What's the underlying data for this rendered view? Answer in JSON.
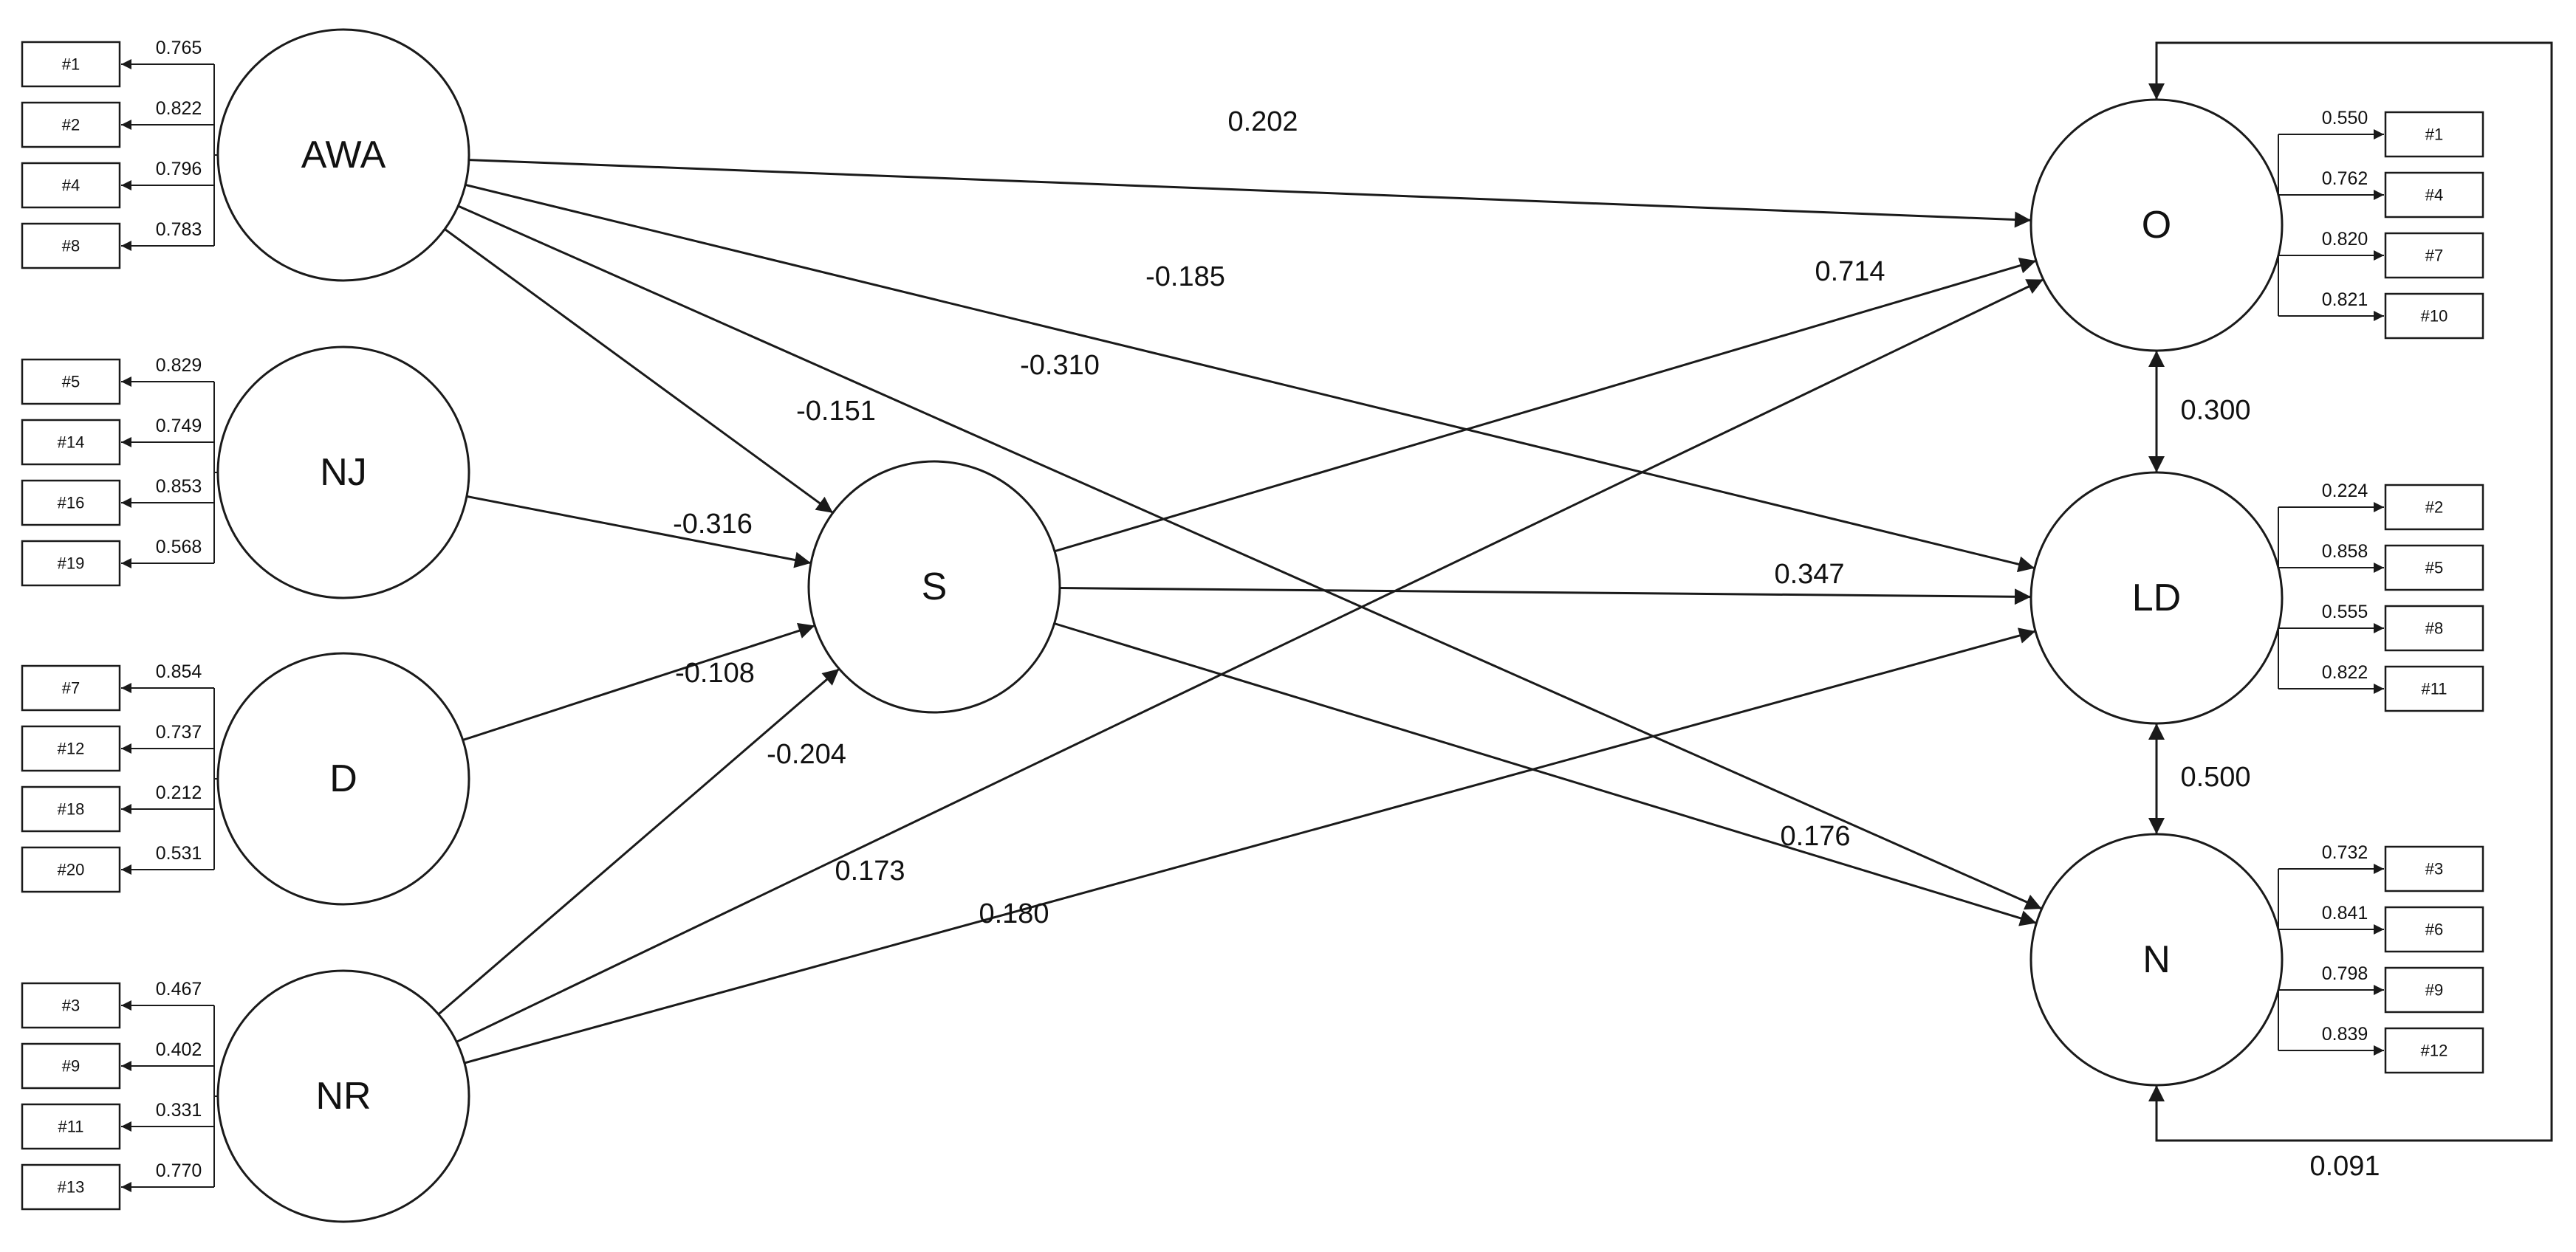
{
  "constructs": {
    "AWA": {
      "label": "AWA"
    },
    "NJ": {
      "label": "NJ"
    },
    "D": {
      "label": "D"
    },
    "NR": {
      "label": "NR"
    },
    "S": {
      "label": "S"
    },
    "O": {
      "label": "O"
    },
    "LD": {
      "label": "LD"
    },
    "N": {
      "label": "N"
    }
  },
  "measurement": {
    "AWA": [
      {
        "indicator": "#1",
        "loading": "0.765"
      },
      {
        "indicator": "#2",
        "loading": "0.822"
      },
      {
        "indicator": "#4",
        "loading": "0.796"
      },
      {
        "indicator": "#8",
        "loading": "0.783"
      }
    ],
    "NJ": [
      {
        "indicator": "#5",
        "loading": "0.829"
      },
      {
        "indicator": "#14",
        "loading": "0.749"
      },
      {
        "indicator": "#16",
        "loading": "0.853"
      },
      {
        "indicator": "#19",
        "loading": "0.568"
      }
    ],
    "D": [
      {
        "indicator": "#7",
        "loading": "0.854"
      },
      {
        "indicator": "#12",
        "loading": "0.737"
      },
      {
        "indicator": "#18",
        "loading": "0.212"
      },
      {
        "indicator": "#20",
        "loading": "0.531"
      }
    ],
    "NR": [
      {
        "indicator": "#3",
        "loading": "0.467"
      },
      {
        "indicator": "#9",
        "loading": "0.402"
      },
      {
        "indicator": "#11",
        "loading": "0.331"
      },
      {
        "indicator": "#13",
        "loading": "0.770"
      }
    ],
    "O": [
      {
        "indicator": "#1",
        "loading": "0.550"
      },
      {
        "indicator": "#4",
        "loading": "0.762"
      },
      {
        "indicator": "#7",
        "loading": "0.820"
      },
      {
        "indicator": "#10",
        "loading": "0.821"
      }
    ],
    "LD": [
      {
        "indicator": "#2",
        "loading": "0.224"
      },
      {
        "indicator": "#5",
        "loading": "0.858"
      },
      {
        "indicator": "#8",
        "loading": "0.555"
      },
      {
        "indicator": "#11",
        "loading": "0.822"
      }
    ],
    "N": [
      {
        "indicator": "#3",
        "loading": "0.732"
      },
      {
        "indicator": "#6",
        "loading": "0.841"
      },
      {
        "indicator": "#9",
        "loading": "0.798"
      },
      {
        "indicator": "#12",
        "loading": "0.839"
      }
    ]
  },
  "paths": [
    {
      "from": "AWA",
      "to": "O",
      "coef": "0.202"
    },
    {
      "from": "AWA",
      "to": "LD",
      "coef": "-0.185"
    },
    {
      "from": "AWA",
      "to": "N",
      "coef": "-0.310"
    },
    {
      "from": "AWA",
      "to": "S",
      "coef": "-0.151"
    },
    {
      "from": "NJ",
      "to": "S",
      "coef": "-0.316"
    },
    {
      "from": "D",
      "to": "S",
      "coef": "-0.108"
    },
    {
      "from": "NR",
      "to": "S",
      "coef": "-0.204"
    },
    {
      "from": "NR",
      "to": "O",
      "coef": "0.173"
    },
    {
      "from": "NR",
      "to": "LD",
      "coef": "0.180"
    },
    {
      "from": "S",
      "to": "O",
      "coef": "0.714"
    },
    {
      "from": "S",
      "to": "LD",
      "coef": "0.347"
    },
    {
      "from": "S",
      "to": "N",
      "coef": "0.176"
    }
  ],
  "correlations": [
    {
      "a": "O",
      "b": "LD",
      "coef": "0.300"
    },
    {
      "a": "LD",
      "b": "N",
      "coef": "0.500"
    },
    {
      "a": "O",
      "b": "N",
      "coef": "0.091"
    }
  ]
}
